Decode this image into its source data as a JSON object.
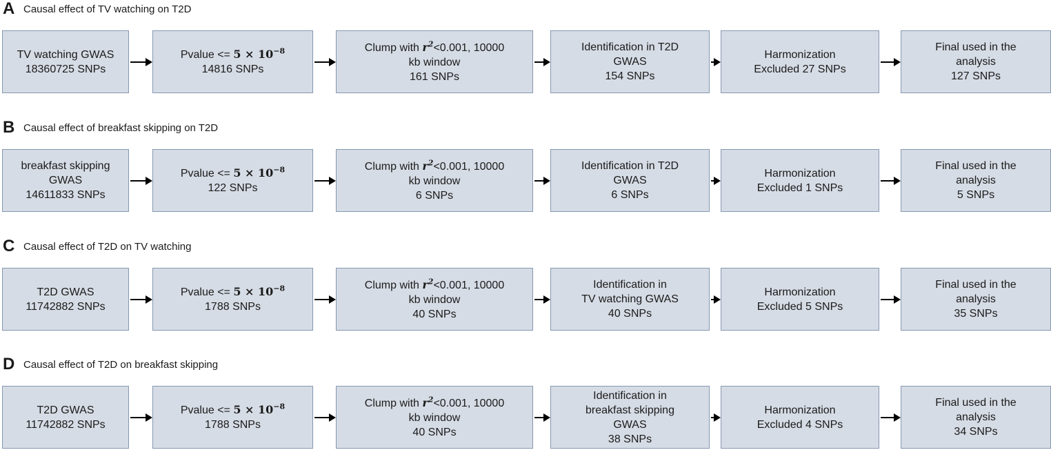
{
  "panels": [
    {
      "letter": "A",
      "title": "Causal effect of TV watching on T2D",
      "steps": [
        {
          "lines": [
            "TV watching GWAS",
            "18360725 SNPs"
          ]
        },
        {
          "kind": "pvalue",
          "label": "Pvalue <= ",
          "threshold_base": "5 × 10",
          "threshold_exp": "−8",
          "count": "14816 SNPs"
        },
        {
          "kind": "clump",
          "pre": "Clump with ",
          "var": "r",
          "exp": "2",
          "post": "<0.001, 10000",
          "line2": "kb window",
          "count": "161 SNPs"
        },
        {
          "lines": [
            "Identification in T2D",
            "GWAS",
            "154 SNPs"
          ]
        },
        {
          "lines": [
            "Harmonization",
            "Excluded 27 SNPs"
          ]
        },
        {
          "lines": [
            "Final used in the",
            "analysis",
            "127 SNPs"
          ]
        }
      ]
    },
    {
      "letter": "B",
      "title": "Causal effect of breakfast skipping on T2D",
      "steps": [
        {
          "lines": [
            "breakfast skipping",
            "GWAS",
            "14611833 SNPs"
          ]
        },
        {
          "kind": "pvalue",
          "label": "Pvalue <= ",
          "threshold_base": "5 × 10",
          "threshold_exp": "−8",
          "count": "122 SNPs"
        },
        {
          "kind": "clump",
          "pre": "Clump with ",
          "var": "r",
          "exp": "2",
          "post": "<0.001, 10000",
          "line2": "kb window",
          "count": "6 SNPs"
        },
        {
          "lines": [
            "Identification in T2D",
            "GWAS",
            "6 SNPs"
          ]
        },
        {
          "lines": [
            "Harmonization",
            "Excluded 1 SNPs"
          ]
        },
        {
          "lines": [
            "Final used in the",
            "analysis",
            "5 SNPs"
          ]
        }
      ]
    },
    {
      "letter": "C",
      "title": "Causal effect of T2D on TV watching",
      "steps": [
        {
          "lines": [
            "T2D GWAS",
            "11742882 SNPs"
          ]
        },
        {
          "kind": "pvalue",
          "label": "Pvalue <= ",
          "threshold_base": "5 × 10",
          "threshold_exp": "−8",
          "count": "1788 SNPs"
        },
        {
          "kind": "clump",
          "pre": "Clump with ",
          "var": "r",
          "exp": "2",
          "post": "<0.001, 10000",
          "line2": "kb window",
          "count": "40 SNPs"
        },
        {
          "lines": [
            "Identification in",
            "TV watching GWAS",
            "40 SNPs"
          ]
        },
        {
          "lines": [
            "Harmonization",
            "Excluded 5 SNPs"
          ]
        },
        {
          "lines": [
            "Final used in the",
            "analysis",
            "35 SNPs"
          ]
        }
      ]
    },
    {
      "letter": "D",
      "title": "Causal effect of T2D on breakfast skipping",
      "steps": [
        {
          "lines": [
            "T2D GWAS",
            "11742882 SNPs"
          ]
        },
        {
          "kind": "pvalue",
          "label": "Pvalue <= ",
          "threshold_base": "5 × 10",
          "threshold_exp": "−8",
          "count": "1788 SNPs"
        },
        {
          "kind": "clump",
          "pre": "Clump with ",
          "var": "r",
          "exp": "2",
          "post": "<0.001, 10000",
          "line2": "kb window",
          "count": "40 SNPs"
        },
        {
          "lines": [
            "Identification in",
            "breakfast skipping",
            "GWAS",
            "38 SNPs"
          ]
        },
        {
          "lines": [
            "Harmonization",
            "Excluded 4 SNPs"
          ]
        },
        {
          "lines": [
            "Final used in the",
            "analysis",
            "34 SNPs"
          ]
        }
      ]
    }
  ]
}
